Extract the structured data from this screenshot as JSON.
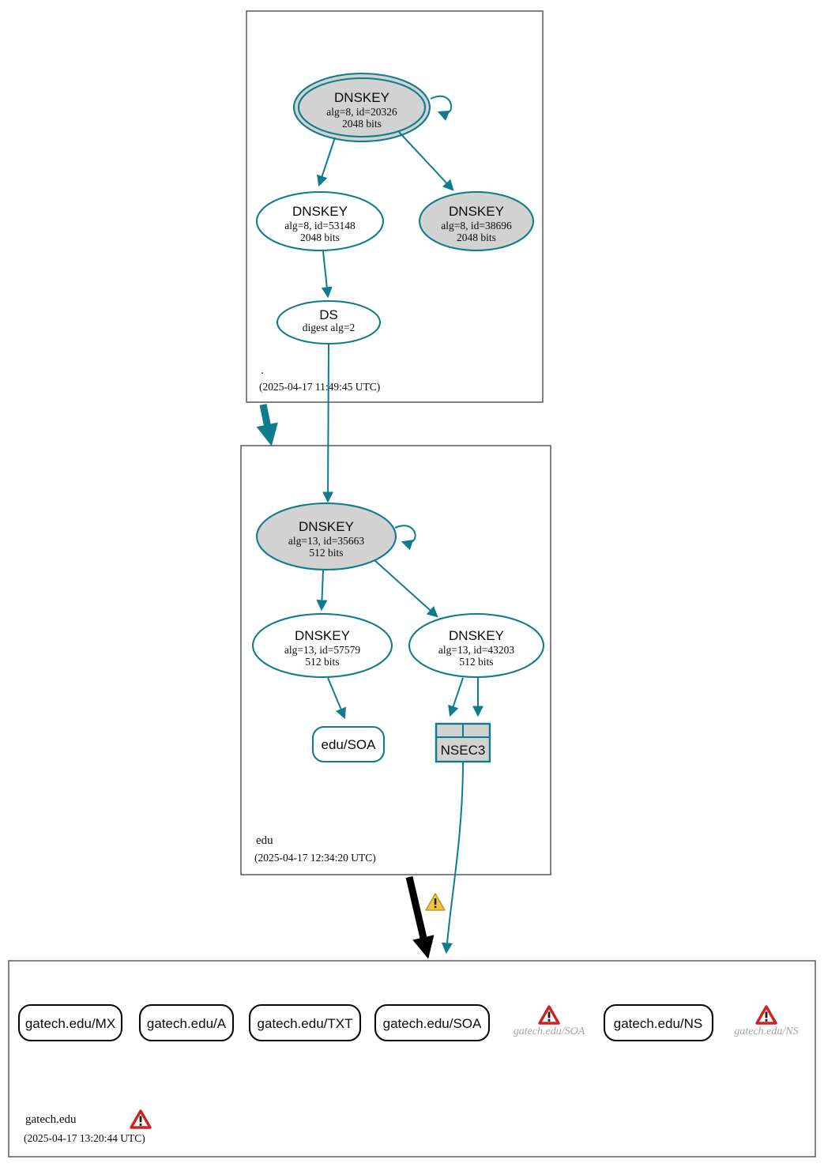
{
  "diagram": {
    "type": "dnssec-authentication-chain",
    "accent_teal": "#0e7c8c",
    "key_fill_gray": "#d2d2d2",
    "error_red": "#cc2222",
    "warning_yellow": "#f2c43d",
    "cluster_border": "#4d4d4d"
  },
  "zones": [
    {
      "id": "root",
      "label": ".",
      "timestamp": "(2025-04-17 11:49:45 UTC)",
      "status_icon": null,
      "nodes": [
        {
          "id": "root-ksk",
          "kind": "DNSKEY",
          "title": "DNSKEY",
          "line2": "alg=8, id=20326",
          "line3": "2048 bits",
          "trust_anchor": true,
          "fill": "gray"
        },
        {
          "id": "root-zsk-53148",
          "kind": "DNSKEY",
          "title": "DNSKEY",
          "line2": "alg=8, id=53148",
          "line3": "2048 bits",
          "trust_anchor": false,
          "fill": "white"
        },
        {
          "id": "root-zsk-38696",
          "kind": "DNSKEY",
          "title": "DNSKEY",
          "line2": "alg=8, id=38696",
          "line3": "2048 bits",
          "trust_anchor": false,
          "fill": "gray"
        },
        {
          "id": "root-ds",
          "kind": "DS",
          "title": "DS",
          "line2": "digest alg=2",
          "line3": "",
          "trust_anchor": false,
          "fill": "white"
        }
      ]
    },
    {
      "id": "edu",
      "label": "edu",
      "timestamp": "(2025-04-17 12:34:20 UTC)",
      "status_icon": null,
      "nodes": [
        {
          "id": "edu-ksk",
          "kind": "DNSKEY",
          "title": "DNSKEY",
          "line2": "alg=13, id=35663",
          "line3": "512 bits",
          "trust_anchor": false,
          "fill": "gray"
        },
        {
          "id": "edu-zsk-57579",
          "kind": "DNSKEY",
          "title": "DNSKEY",
          "line2": "alg=13, id=57579",
          "line3": "512 bits",
          "trust_anchor": false,
          "fill": "white"
        },
        {
          "id": "edu-zsk-43203",
          "kind": "DNSKEY",
          "title": "DNSKEY",
          "line2": "alg=13, id=43203",
          "line3": "512 bits",
          "trust_anchor": false,
          "fill": "white"
        },
        {
          "id": "edu-soa",
          "kind": "RRset",
          "title": "edu/SOA",
          "line2": "",
          "line3": "",
          "trust_anchor": false,
          "fill": "white"
        },
        {
          "id": "edu-nsec3",
          "kind": "NSEC3",
          "title": "NSEC3",
          "line2": "",
          "line3": "",
          "trust_anchor": false,
          "fill": "gray"
        }
      ]
    },
    {
      "id": "gatech",
      "label": "gatech.edu",
      "timestamp": "(2025-04-17 13:20:44 UTC)",
      "status_icon": "error-triangle-icon",
      "nodes": [
        {
          "id": "gatech-mx",
          "kind": "RRset",
          "title": "gatech.edu/MX",
          "line2": "",
          "line3": "",
          "trust_anchor": false,
          "fill": "white"
        },
        {
          "id": "gatech-a",
          "kind": "RRset",
          "title": "gatech.edu/A",
          "line2": "",
          "line3": "",
          "trust_anchor": false,
          "fill": "white"
        },
        {
          "id": "gatech-txt",
          "kind": "RRset",
          "title": "gatech.edu/TXT",
          "line2": "",
          "line3": "",
          "trust_anchor": false,
          "fill": "white"
        },
        {
          "id": "gatech-soa",
          "kind": "RRset",
          "title": "gatech.edu/SOA",
          "line2": "",
          "line3": "",
          "trust_anchor": false,
          "fill": "white"
        },
        {
          "id": "gatech-ns",
          "kind": "RRset",
          "title": "gatech.edu/NS",
          "line2": "",
          "line3": "",
          "trust_anchor": false,
          "fill": "white"
        }
      ],
      "error_nodes": [
        {
          "id": "gatech-soa-err",
          "label": "gatech.edu/SOA",
          "icon": "error-triangle-icon"
        },
        {
          "id": "gatech-ns-err",
          "label": "gatech.edu/NS",
          "icon": "error-triangle-icon"
        }
      ]
    }
  ],
  "delegations": [
    {
      "id": "root-to-edu",
      "from": "root",
      "to": "edu",
      "style": "secure",
      "color": "#0e7c8c",
      "warning_icon": null
    },
    {
      "id": "edu-to-gatech",
      "from": "edu",
      "to": "gatech",
      "style": "insecure",
      "color": "#000000",
      "warning_icon": "warning-triangle-icon"
    }
  ]
}
